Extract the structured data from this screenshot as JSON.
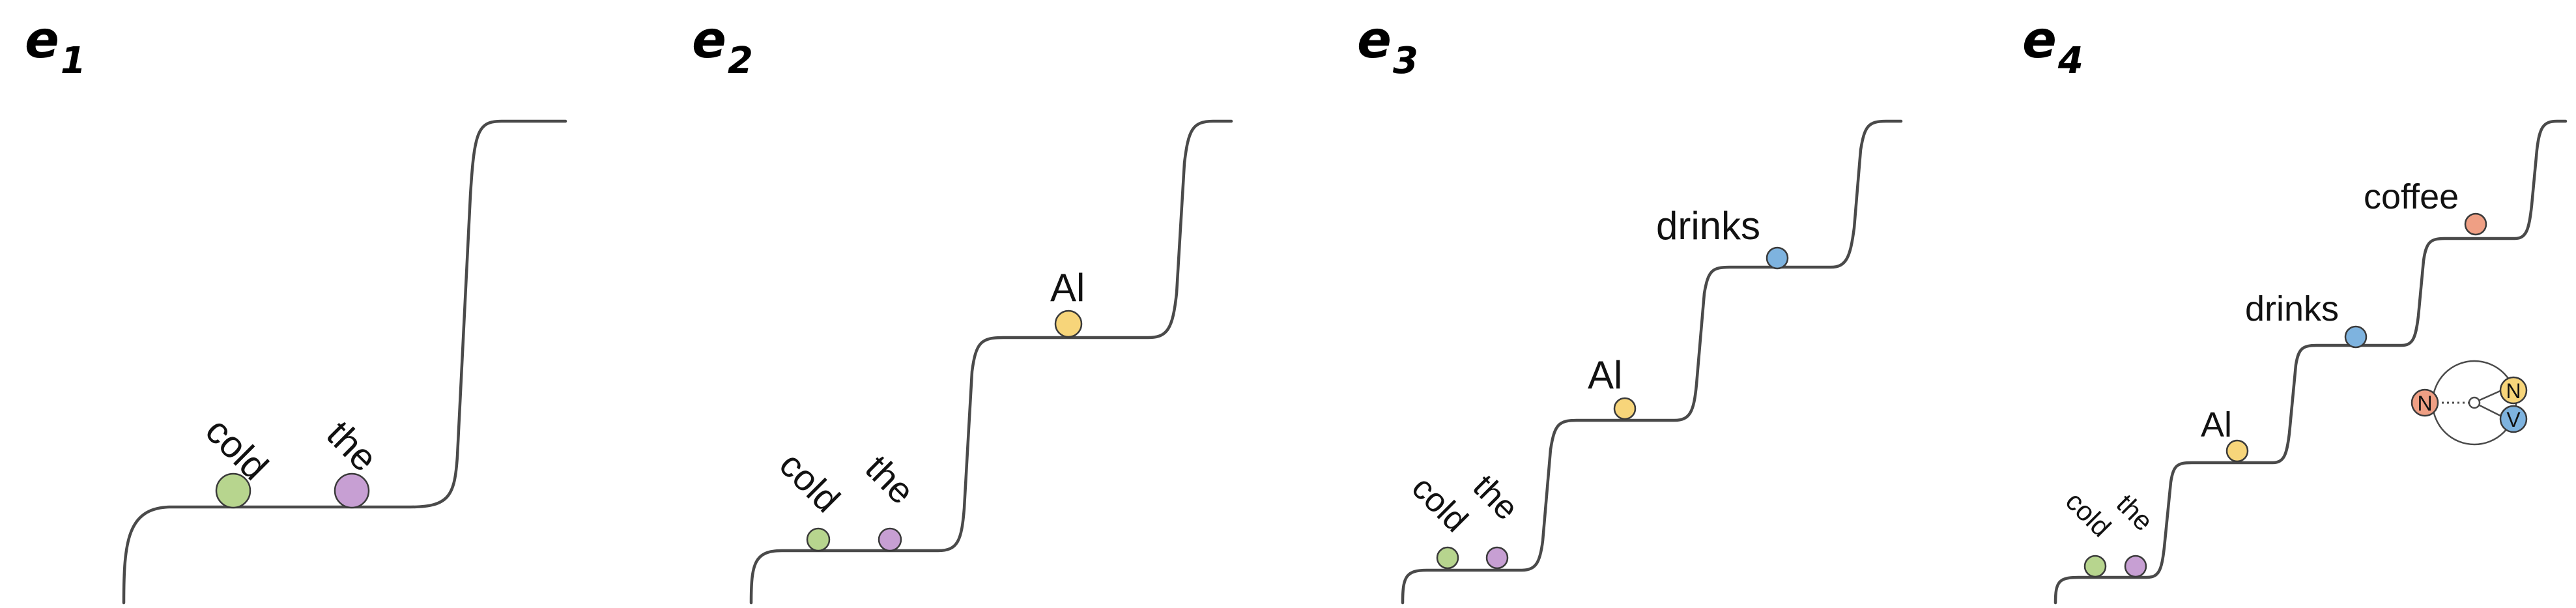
{
  "colors": {
    "green": "#b7d58e",
    "purple": "#c79fd3",
    "yellow": "#f7d57a",
    "blue": "#7eb3df",
    "orange": "#ef9f84",
    "curve": "#4a4a4a"
  },
  "panels": [
    {
      "label": "e",
      "subscript": "1",
      "words": [
        {
          "text": "cold",
          "color": "green"
        },
        {
          "text": "the",
          "color": "purple"
        }
      ]
    },
    {
      "label": "e",
      "subscript": "2",
      "words": [
        {
          "text": "cold",
          "color": "green"
        },
        {
          "text": "the",
          "color": "purple"
        },
        {
          "text": "Al",
          "color": "yellow"
        }
      ]
    },
    {
      "label": "e",
      "subscript": "3",
      "words": [
        {
          "text": "cold",
          "color": "green"
        },
        {
          "text": "the",
          "color": "purple"
        },
        {
          "text": "Al",
          "color": "yellow"
        },
        {
          "text": "drinks",
          "color": "blue"
        }
      ]
    },
    {
      "label": "e",
      "subscript": "4",
      "words": [
        {
          "text": "cold",
          "color": "green"
        },
        {
          "text": "the",
          "color": "purple"
        },
        {
          "text": "Al",
          "color": "yellow"
        },
        {
          "text": "drinks",
          "color": "blue"
        },
        {
          "text": "coffee",
          "color": "orange"
        }
      ],
      "inset": {
        "nodes": [
          {
            "text": "N",
            "color": "orange"
          },
          {
            "text": "N",
            "color": "yellow"
          },
          {
            "text": "V",
            "color": "blue"
          }
        ]
      }
    }
  ]
}
